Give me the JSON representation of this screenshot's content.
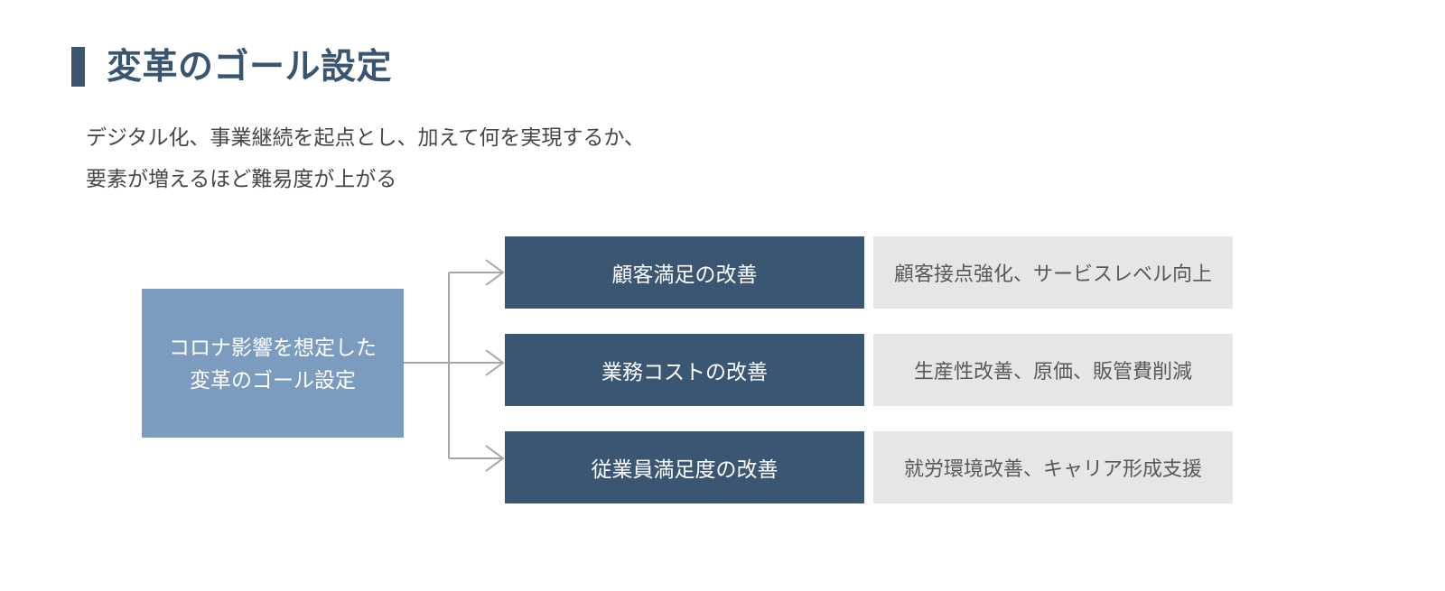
{
  "slide": {
    "title": "変革のゴール設定",
    "subtitle_lines": [
      "デジタル化、事業継続を起点とし、加えて何を実現するか、",
      "要素が増えるほど難易度が上がる"
    ]
  },
  "diagram": {
    "source": {
      "line1": "コロナ影響を想定した",
      "line2": "変革のゴール設定"
    },
    "rows": [
      {
        "goal": "顧客満足の改善",
        "detail": "顧客接点強化、サービスレベル向上"
      },
      {
        "goal": "業務コストの改善",
        "detail": "生産性改善、原価、販管費削減"
      },
      {
        "goal": "従業員満足度の改善",
        "detail": "就労環境改善、キャリア形成支援"
      }
    ]
  },
  "colors": {
    "title_text": "#3a5570",
    "title_accent": "#3d5670",
    "source_fill": "#7c9cbf",
    "goal_fill": "#3b5673",
    "detail_fill": "#e6e6e6",
    "detail_text": "#585858",
    "subtitle_text": "#464646",
    "connector_line": "#a6a6a6",
    "background": "#ffffff"
  }
}
